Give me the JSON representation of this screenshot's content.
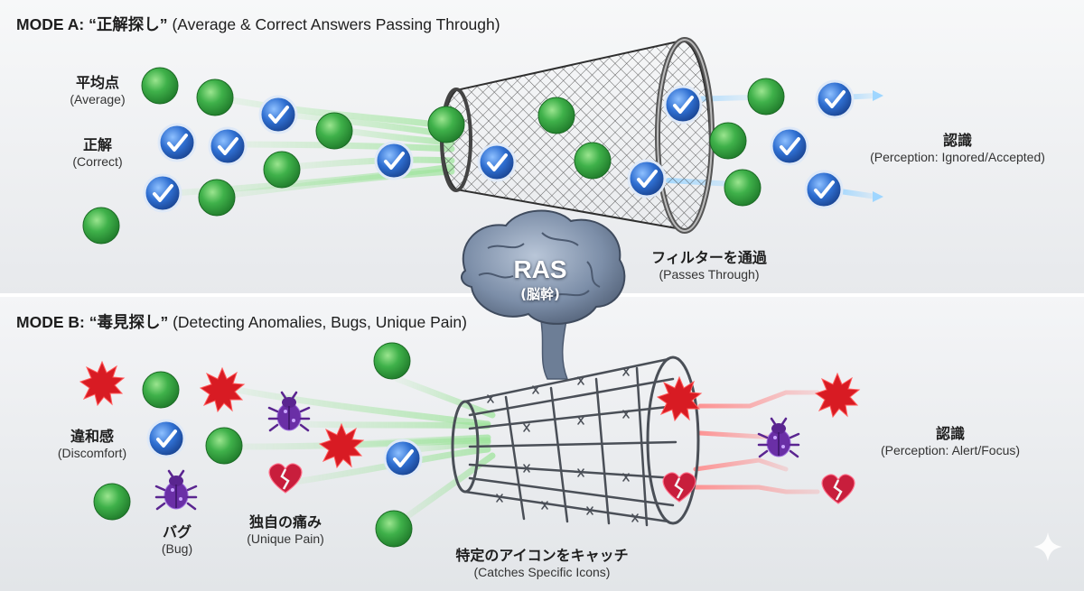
{
  "mode_a": {
    "prefix": "MODE A:",
    "title_jp": "“正解探し”",
    "subtitle": "(Average & Correct Answers Passing Through)",
    "left_labels": [
      {
        "jp": "平均点",
        "en": "(Average)"
      },
      {
        "jp": "正解",
        "en": "(Correct)"
      }
    ],
    "filter_label": {
      "jp": "フィルターを通過",
      "en": "(Passes Through)"
    },
    "result_label": {
      "jp": "認識",
      "en": "(Perception: Ignored/Accepted)"
    }
  },
  "brain": {
    "title": "RAS",
    "subtitle": "(脳幹)"
  },
  "mode_b": {
    "prefix": "MODE B:",
    "title_jp": "“毒見探し”",
    "subtitle": "(Detecting Anomalies, Bugs, Unique Pain)",
    "left_labels": [
      {
        "jp": "違和感",
        "en": "(Discomfort)"
      },
      {
        "jp": "バグ",
        "en": "(Bug)"
      },
      {
        "jp": "独自の痛み",
        "en": "(Unique Pain)"
      }
    ],
    "filter_label": {
      "jp": "特定のアイコンをキャッチ",
      "en": "(Catches Specific Icons)"
    },
    "result_label": {
      "jp": "認識",
      "en": "(Perception: Alert/Focus)"
    }
  },
  "colors": {
    "green_ball": "#3fb14a",
    "blue_check": "#2f6fd1",
    "red_star": "#d81b23",
    "bug_purple": "#6a2fa6",
    "heart_red": "#c81e3c",
    "stream_green": "#7fe07a",
    "stream_blue": "#9fd6ff",
    "stream_red": "#ff8a8a"
  }
}
